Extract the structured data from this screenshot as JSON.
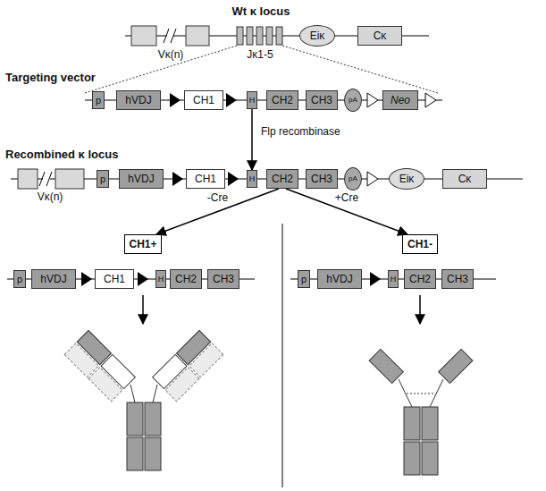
{
  "diagram": {
    "nodes": [
      {
        "text": [
          "Eiκ"
        ]
      },
      {
        "text": [
          "Cκ"
        ]
      },
      {
        "text": [
          "p"
        ]
      },
      {
        "text": [
          "hVDJ"
        ]
      },
      {
        "text": [
          "CH1"
        ]
      },
      {
        "text": [
          "H"
        ]
      },
      {
        "text": [
          "CH2"
        ]
      },
      {
        "text": [
          "CH3"
        ]
      },
      {
        "text": [
          "pA"
        ]
      },
      {
        "text": [
          "Neo"
        ]
      },
      {
        "text": [
          "p"
        ]
      },
      {
        "text": [
          "hVDJ"
        ]
      },
      {
        "text": [
          "CH1"
        ]
      },
      {
        "text": [
          "H"
        ]
      },
      {
        "text": [
          "CH2"
        ]
      },
      {
        "text": [
          "CH3"
        ]
      },
      {
        "text": [
          "pA"
        ]
      },
      {
        "text": [
          "Eiκ"
        ]
      },
      {
        "text": [
          "Cκ"
        ]
      },
      {
        "text": [
          "CH1+"
        ]
      },
      {
        "text": [
          "CH1-"
        ]
      },
      {
        "text": [
          "p"
        ]
      },
      {
        "text": [
          "hVDJ"
        ]
      },
      {
        "text": [
          "CH1"
        ]
      },
      {
        "text": [
          "H"
        ]
      },
      {
        "text": [
          "CH2"
        ]
      },
      {
        "text": [
          "CH3"
        ]
      },
      {
        "text": [
          "p"
        ]
      },
      {
        "text": [
          "hVDJ"
        ]
      },
      {
        "text": [
          "H"
        ]
      },
      {
        "text": [
          "CH2"
        ]
      },
      {
        "text": [
          "CH3"
        ]
      }
    ],
    "edges": [
      {
        "from": 5,
        "to": 13,
        "arrow": "to",
        "label": "Flp recombinase"
      },
      {
        "from": 14,
        "to": 19,
        "arrow": "to",
        "label": "-Cre"
      },
      {
        "from": 14,
        "to": 20,
        "arrow": "to",
        "label": "+Cre"
      }
    ],
    "labels": [
      "Wt κ locus",
      "Vκ(n)",
      "Jκ1-5",
      "Targeting vector",
      "Recombined κ locus",
      "Vκ(n)"
    ]
  }
}
